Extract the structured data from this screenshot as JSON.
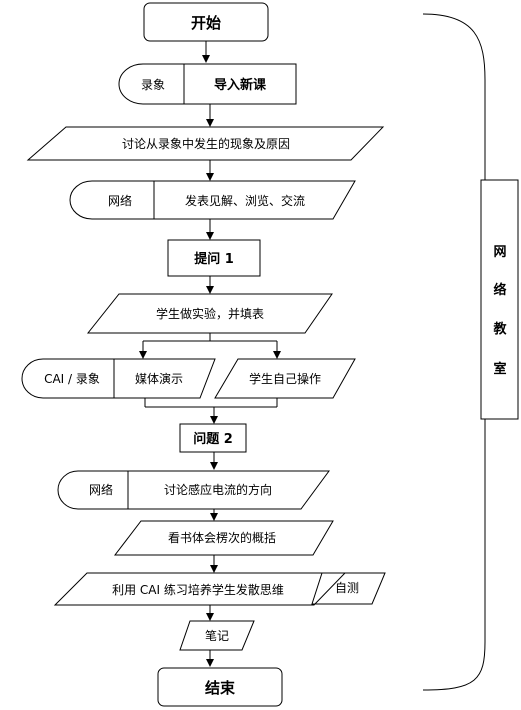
{
  "flow": {
    "start": "开始",
    "import_tag": "录象",
    "import": "导入新课",
    "discuss": "讨论从录象中发生的现象及原因",
    "net1_tag": "网络",
    "net1": "发表见解、浏览、交流",
    "q1": "提问 1",
    "experiment": "学生做实验，并填表",
    "cai_tag": "CAI / 录象",
    "media": "媒体演示",
    "self_op": "学生自己操作",
    "q2": "问题 2",
    "net2_tag": "网络",
    "net2": "讨论感应电流的方向",
    "read": "看书体会楞次的概括",
    "cai_practice": "利用 CAI 练习培养学生发散思维",
    "self_test": "自测",
    "notes": "笔记",
    "end": "结束"
  },
  "sidebar": {
    "label": [
      "网",
      "络",
      "教",
      "室"
    ]
  }
}
